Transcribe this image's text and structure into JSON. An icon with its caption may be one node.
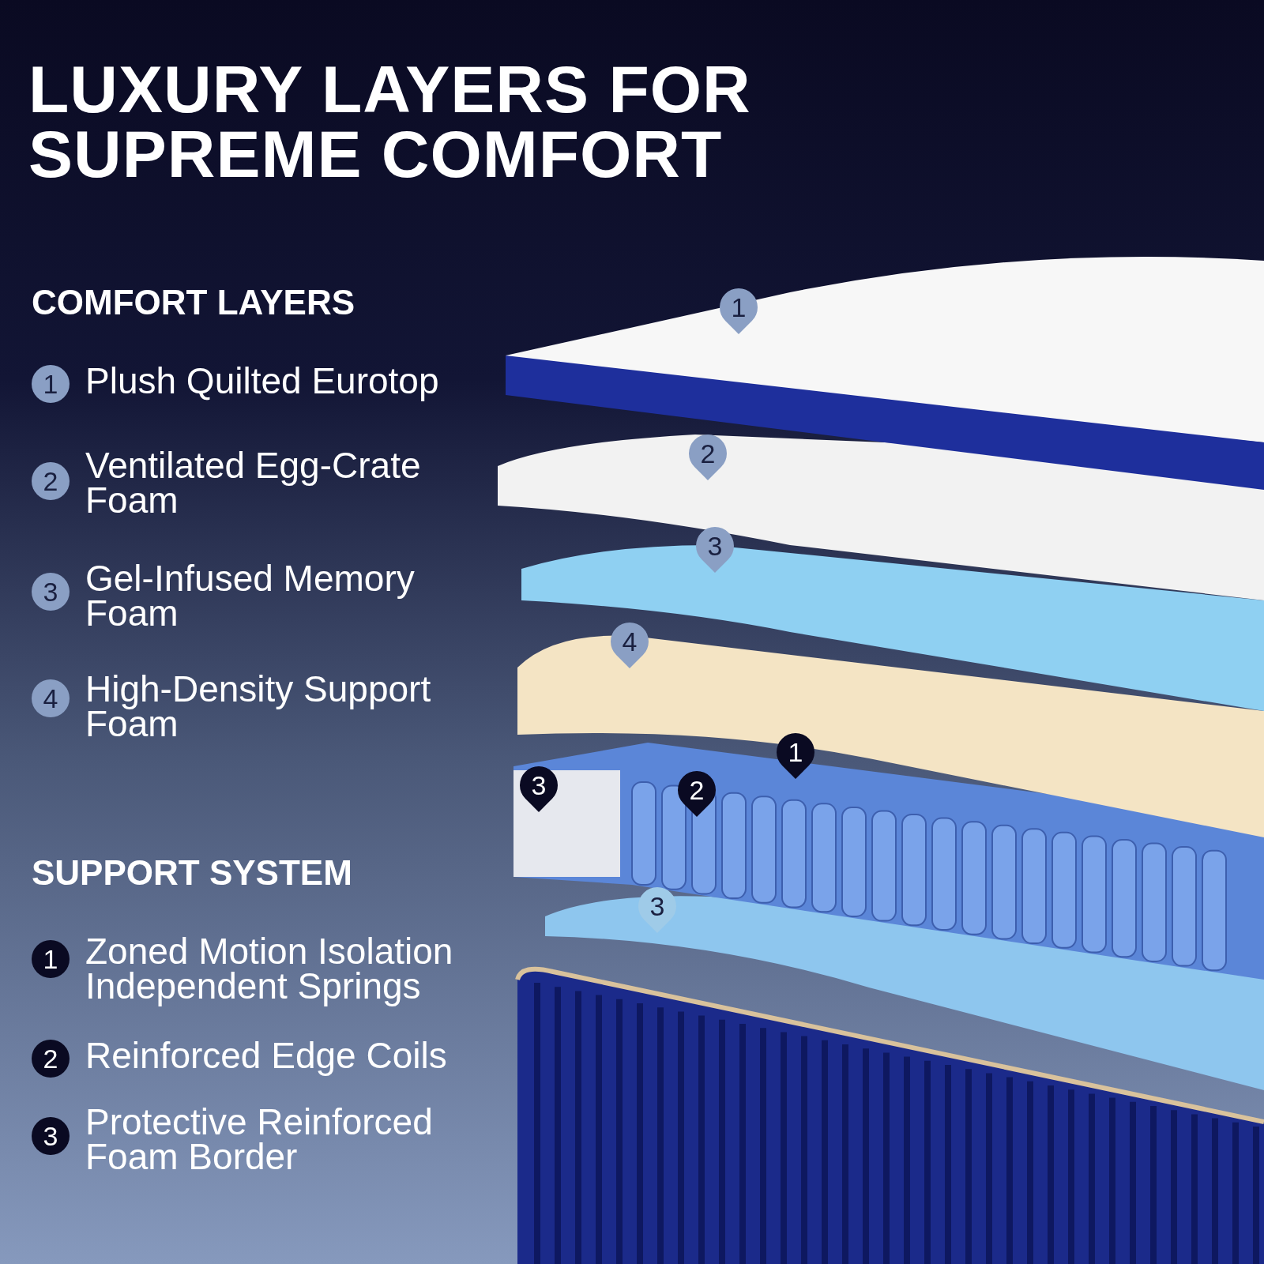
{
  "diagram": {
    "title": "LUXURY LAYERS FOR SUPREME COMFORT",
    "labels": [
      "COMFORT LAYERS",
      "1",
      "Plush Quilted Eurotop",
      "2",
      "Ventilated Egg-Crate Foam",
      "3",
      "Gel-Infused Memory Foam",
      "4",
      "High-Density Support Foam",
      "SUPPORT SYSTEM",
      "1",
      "Zoned Motion Isolation Independent Springs",
      "2",
      "Reinforced Edge Coils",
      "3",
      "Protective Reinforced Foam Border",
      "1",
      "2",
      "3",
      "4",
      "1",
      "3",
      "2",
      "3"
    ]
  }
}
